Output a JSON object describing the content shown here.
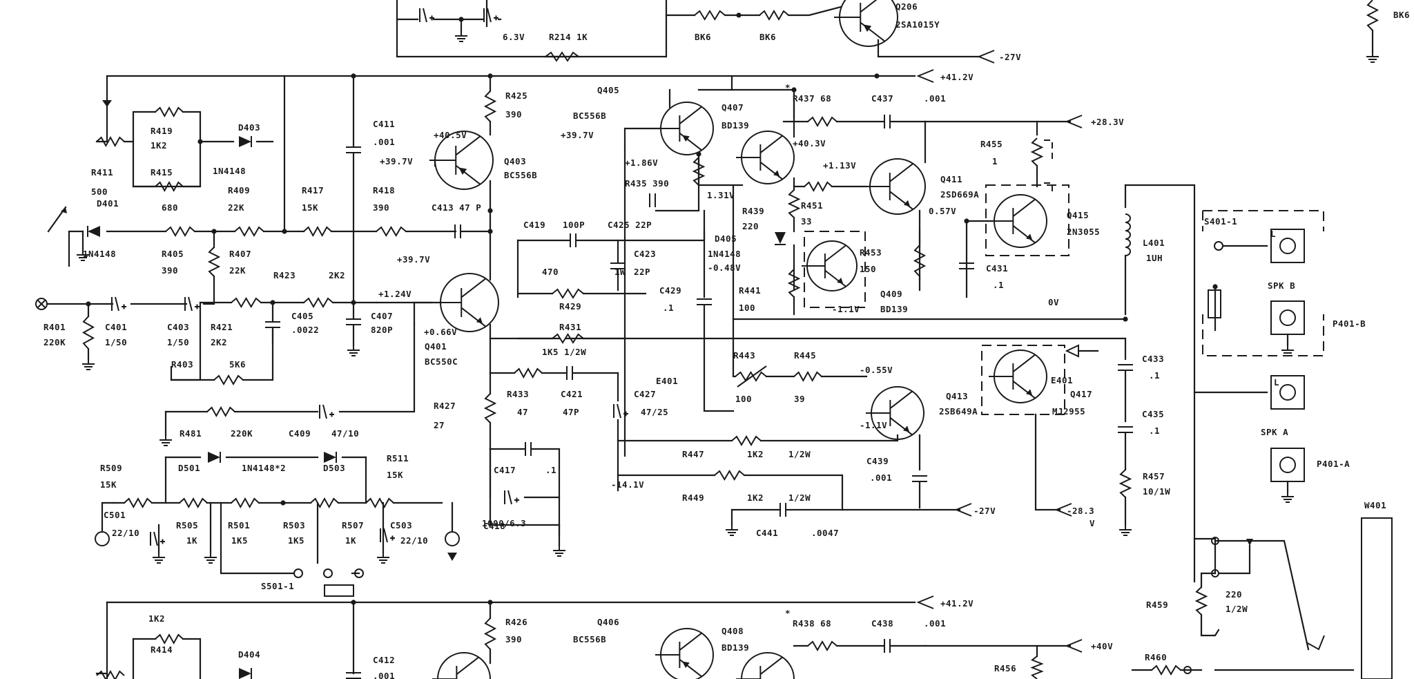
{
  "labels": {
    "v_6_3": "6.3V",
    "r214": "R214 1K",
    "bk6a": "BK6",
    "bk6b": "BK6",
    "q206": "Q206",
    "q206_part": "2SA1015Y",
    "v_m27_top": "-27V",
    "bk6_right": "BK6",
    "rail_41_2_a": "+41.2V",
    "rail_28_3": "+28.3V",
    "rail_41_2_b": "+41.2V",
    "rail_40": "+40V",
    "r425": "R425",
    "r425_v": "390",
    "r426": "R426",
    "r426_v": "390",
    "c411": "C411",
    "c411_v": ".001",
    "c412": "C412",
    "c412_v": ".001",
    "v40_5": "+40.5V",
    "v39_7a": "+39.7V",
    "q403": "Q403",
    "q403_part": "BC556B",
    "q405": "Q405",
    "q405_part": "BC556B",
    "v39_7b": "+39.7V",
    "q407": "Q407",
    "q407_part": "BD139",
    "r437": "R437 68",
    "c437": "C437",
    "c437_v": ".001",
    "v1_86": "+1.86V",
    "v40_3": "+40.3V",
    "r435": "R435 390",
    "v1_31": "1.31V",
    "v1_13": "+1.13V",
    "r455": "R455",
    "r455_v": "1",
    "q411": "Q411",
    "q411_part": "2SD669A",
    "v0_57": "0.57V",
    "q415": "Q415",
    "q415_part": "2N3055",
    "r419": "R419",
    "r419_v": "1K2",
    "r415": "R415",
    "d403": "D403",
    "d403_part": "1N4148",
    "r411": "R411",
    "r411_v": "500",
    "r409": "R409",
    "r409_v": "22K",
    "r417": "R417",
    "r417_v": "15K",
    "r418": "R418",
    "r418_v": "390",
    "c413": "C413 47 P",
    "d401": "D401",
    "d401_part": "1N4148",
    "r_680": "680",
    "r405": "R405",
    "r405_v": "390",
    "r407": "R407",
    "r407_v": "22K",
    "c419": "C419",
    "c419_v": "100P",
    "c425": "C425 22P",
    "r439": "R439",
    "r439_v": "220",
    "r451": "R451",
    "r451_v": "33",
    "d405": "D405",
    "d405_part": "1N4148",
    "v_m0_48": "-0.48V",
    "c423": "C423",
    "c423_v": "22P",
    "l401": "L401",
    "l401_v": "1UH",
    "r453": "R453",
    "r453_v": "150",
    "c431": "C431",
    "c431_v": ".1",
    "v39_7c": "+39.7V",
    "r423": "R423",
    "r423_v": "2K2",
    "v1_24": "+1.24V",
    "r_470": "470",
    "r_1w": "1W",
    "r429": "R429",
    "c429": "C429",
    "c429_v": ".1",
    "r441": "R441",
    "r441_v": "100",
    "v_m1_1a": "-1.1V",
    "q409": "Q409",
    "q409_part": "BD139",
    "ov": "0V",
    "r401": "R401",
    "r401_v": "220K",
    "c401": "C401",
    "c401_v": "1/50",
    "c403": "C403",
    "c403_v": "1/50",
    "r421": "R421",
    "r421_v": "2K2",
    "c405": "C405",
    "c405_v": ".0022",
    "c407": "C407",
    "c407_v": "820P",
    "v0_66": "+0.66V",
    "q401": "Q401",
    "q401_part": "BC550C",
    "r431": "R431",
    "r431_v": "1K5 1/2W",
    "r403": "R403",
    "r403_v": "5K6",
    "r443": "R443",
    "r445": "R445",
    "v_m0_55": "-0.55V",
    "e401a": "E401",
    "e401b": "E401",
    "r443_v": "100",
    "r445_v": "39",
    "q413": "Q413",
    "q417": "Q417",
    "q417_part": "MJ2955",
    "c433": "C433",
    "c433_v": ".1",
    "c435": "C435",
    "c435_v": ".1",
    "r427": "R427",
    "r427_v": "27",
    "r433": "R433",
    "r433_v": "47",
    "c421": "C421",
    "c421_v": "47P",
    "c427": "C427",
    "c427_v": "47/25",
    "v_m1_1b": "-1.1V",
    "q413_part": "2SB649A",
    "r481": "R481",
    "r481_v": "220K",
    "c409": "C409",
    "c409_v": "47/10",
    "r447": "R447",
    "r447_v": "1K2",
    "r447_w": "1/2W",
    "r457": "R457",
    "r457_v": "10/1W",
    "r509": "R509",
    "d501": "D501",
    "d501_part": "1N4148*2",
    "d503": "D503",
    "r511": "R511",
    "r511_v": "15K",
    "c439": "C439",
    "c439_v": ".001",
    "c417": "C417",
    "c417_v": ".1",
    "v_m14_1": "-14.1V",
    "r449": "R449",
    "r449_v": "1K2",
    "r449_w": "1/2W",
    "v_m27": "-27V",
    "v_m28_3": "-28.3",
    "v_unit": "V",
    "c418": "C418",
    "c418_v": "1000/6.3",
    "c441": "C441",
    "c441_v": ".0047",
    "r509_v": "15K",
    "c501": "C501",
    "c501_v": "22/10",
    "r505": "R505",
    "r505_v": "1K",
    "r501": "R501",
    "r501_v": "1K5",
    "r503": "R503",
    "r503_v": "1K5",
    "r507": "R507",
    "r507_v": "1K",
    "c503": "C503",
    "c503_v": "22/10",
    "s501": "S501-1",
    "s401": "S401-1",
    "spk_b": "SPK B",
    "p401b": "P401-B",
    "spk_a": "SPK A",
    "p401a": "P401-A",
    "l_b": "L",
    "l_a": "L",
    "w401": "W401",
    "r459": "R459",
    "r459_v": "220",
    "r459_w": "1/2W",
    "r460": "R460",
    "r414": "R414",
    "r414_1k2": "1K2",
    "d404": "D404",
    "q406": "Q406",
    "q406_part": "BC556B",
    "q408": "Q408",
    "q408_part": "BD139",
    "r438": "R438 68",
    "c438": "C438",
    "c438_v": ".001",
    "r456": "R456"
  }
}
